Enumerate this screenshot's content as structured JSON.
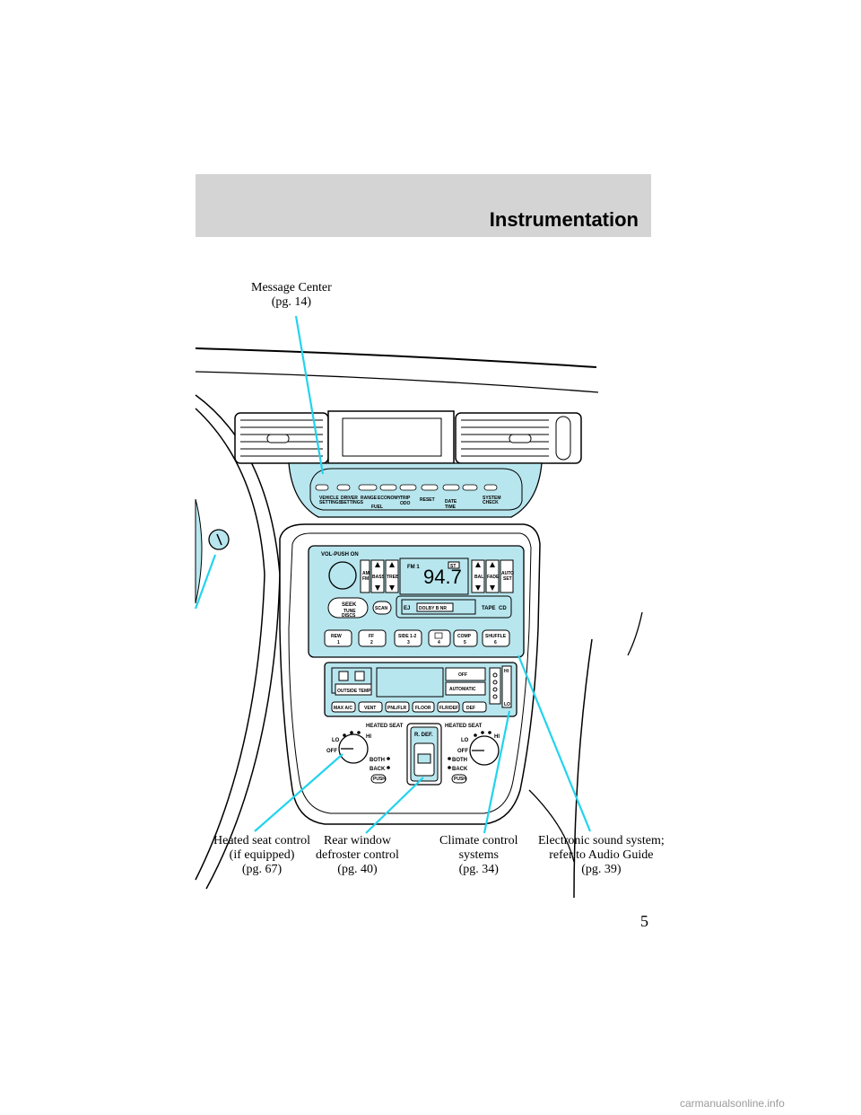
{
  "header": {
    "title": "Instrumentation"
  },
  "callouts": {
    "message_center": [
      "Message Center",
      "(pg. 14)"
    ],
    "heated_seat": [
      "Heated seat control",
      "(if equipped)",
      "(pg. 67)"
    ],
    "rear_window": [
      "Rear window",
      "defroster control",
      "(pg. 40)"
    ],
    "climate": [
      "Climate control",
      "systems",
      "(pg. 34)"
    ],
    "sound": [
      "Electronic sound system;",
      "refer to Audio Guide",
      "(pg. 39)"
    ]
  },
  "page_number": "5",
  "watermark": "carmanualsonline.info",
  "message_center_buttons": {
    "vehicle_settings": [
      "VEHICLE",
      "SETTINGS"
    ],
    "driver_settings": [
      "DRIVER",
      "SETTINGS"
    ],
    "range": "RANGE",
    "economy": "ECONOMY",
    "trip": "TRIP",
    "odo": "ODO",
    "reset": "RESET",
    "date": "DATE",
    "time": "TIME",
    "fuel": "FUEL",
    "system_check": [
      "SYSTEM",
      "CHECK"
    ]
  },
  "radio": {
    "vol_label": "VOL-PUSH ON",
    "am_fm": [
      "AM",
      "FM"
    ],
    "bass": "BASS",
    "treb": "TREB",
    "band": "FM 1",
    "frequency": "94.7",
    "stereo": "ST",
    "bal": "BAL",
    "fade": "FADE",
    "auto_set": [
      "AUTO",
      "SET"
    ],
    "seek": "SEEK",
    "tune_discs": [
      "TUNE",
      "DISCS"
    ],
    "scan": "SCAN",
    "ej": "EJ",
    "dolby": "DOLBY B NR",
    "tape": "TAPE",
    "cd": "CD",
    "presets": [
      {
        "top": "REW",
        "bottom": "1"
      },
      {
        "top": "FF",
        "bottom": "2"
      },
      {
        "top": "SIDE 1-2",
        "bottom": "3"
      },
      {
        "top": "",
        "bottom": "4"
      },
      {
        "top": "COMP",
        "bottom": "5"
      },
      {
        "top": "SHUFFLE",
        "bottom": "6"
      }
    ]
  },
  "climate": {
    "off": "OFF",
    "outside_temp": "OUTSIDE TEMP",
    "automatic": "AUTOMATIC",
    "hi": "HI",
    "lo": "LO",
    "modes": [
      "MAX A/C",
      "VENT",
      "PNL/FLR",
      "FLOOR",
      "FLR/DEF",
      "DEF"
    ]
  },
  "seats": {
    "heated_seat": "HEATED SEAT",
    "lo": "LO",
    "hi": "HI",
    "off": "OFF",
    "both": "BOTH",
    "back": "BACK",
    "push": "PUSH",
    "rdef": "R. DEF."
  }
}
